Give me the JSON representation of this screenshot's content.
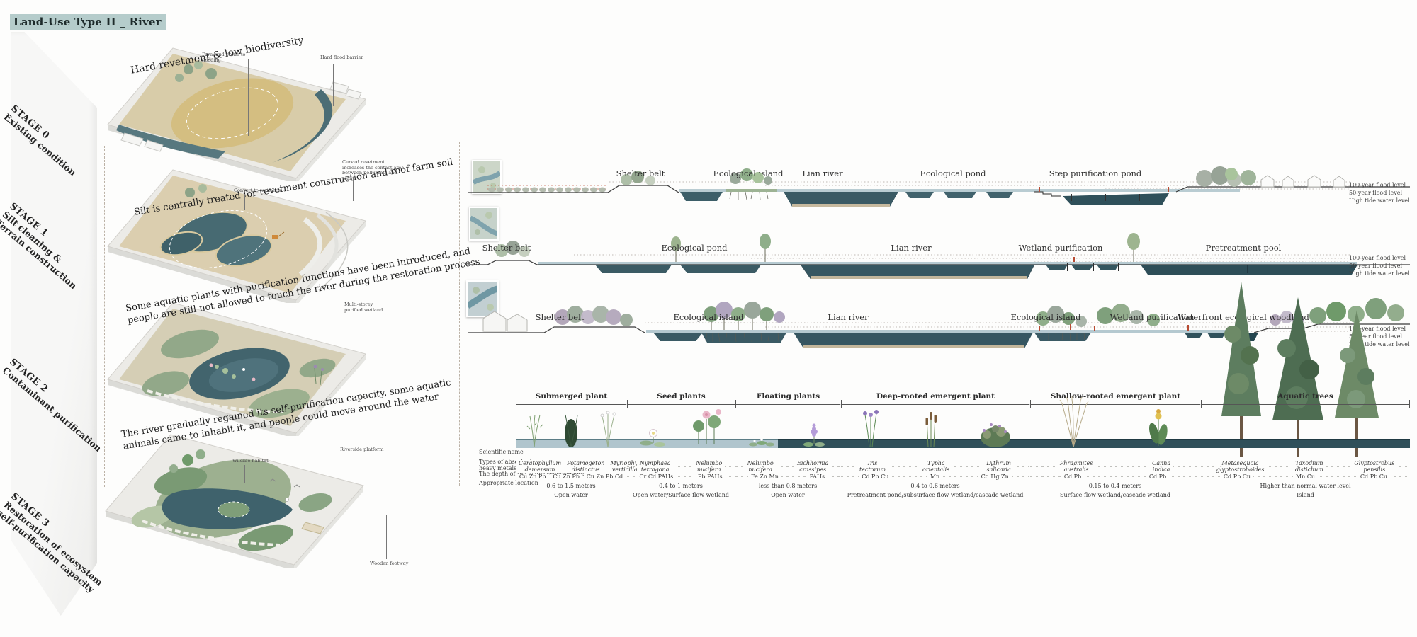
{
  "title": "Land-Use Type II _ River",
  "stages": [
    {
      "id": "STAGE 0",
      "name_lines": [
        "Existing condition",
        ""
      ],
      "caption_lines": [
        "Hard revetment & low biodiversity",
        ""
      ],
      "callouts": [
        "Farmland prone to flooding",
        "Hard flood barrier"
      ]
    },
    {
      "id": "STAGE 1",
      "name_lines": [
        "Silt cleaning &",
        "Terrain construction"
      ],
      "caption_lines": [
        "Silt is centrally treated for revetment construction and roof farm soil",
        ""
      ],
      "callouts": [
        "Convert to wetlands",
        "Curved revetment increases the contact area between pollutants and plants"
      ]
    },
    {
      "id": "STAGE 2",
      "name_lines": [
        "Contaminant purification",
        ""
      ],
      "caption_lines": [
        "Some aquatic plants with purification functions have been introduced, and",
        "people are still not allowed to touch the river during the restoration process"
      ],
      "callouts": [
        "Multi-storey purified wetland"
      ]
    },
    {
      "id": "STAGE 3",
      "name_lines": [
        "Restoration of ecosystem",
        "self-purification capacity"
      ],
      "caption_lines": [
        "The river gradually regained its self-purification capacity, some aquatic",
        "animals came to inhabit it, and people could move around the water"
      ],
      "callouts": [
        "Wildlife habitat",
        "Riverside platform",
        "Wooden footway"
      ]
    }
  ],
  "flood_levels": [
    "100-year flood level",
    "50-year flood level",
    "High tide water level"
  ],
  "sections": [
    {
      "labels": [
        "Shelter belt",
        "Ecological island",
        "Lian river",
        "Ecological pond",
        "Step purification pond"
      ]
    },
    {
      "labels": [
        "Shelter belt",
        "Ecological pond",
        "Lian river",
        "Wetland purification",
        "Pretreatment pool"
      ]
    },
    {
      "labels": [
        "Shelter belt",
        "Ecological island",
        "Lian river",
        "Ecological island",
        "Wetland purification",
        "Waterfront ecological woodland"
      ]
    }
  ],
  "plant_table": {
    "row_labels": [
      "Scientific name",
      "Types of absorbed",
      "heavy metals",
      "The depth of the water requirements",
      "Appropriate location"
    ],
    "categories": [
      {
        "label": "Submerged plant",
        "depth": "0.6 to 1.5 meters",
        "location": "Open water",
        "species": [
          {
            "genus": "Ceratophyllum",
            "epithet": "demersum",
            "metals": "Cu  Zn  Pb",
            "glyph": "tuft-light"
          },
          {
            "genus": "Potamogeton",
            "epithet": "distinctus",
            "metals": "Cu  Zn  Pb",
            "glyph": "tuft-dark"
          },
          {
            "genus": "Myriophyllum",
            "epithet": "verticillatum",
            "metals": "Cu  Zn  Pb  Cd",
            "glyph": "tuft-pale"
          }
        ]
      },
      {
        "label": "Seed plants",
        "depth": "0.4 to 1 meters",
        "location": "Open water/Surface flow wetland",
        "species": [
          {
            "genus": "Nymphaea",
            "epithet": "tetragona",
            "metals": "Cr  Cd  PAHs",
            "glyph": "waterlily"
          },
          {
            "genus": "Nelumbo",
            "epithet": "nucifera",
            "metals": "Pb  PAHs",
            "glyph": "lotus"
          }
        ]
      },
      {
        "label": "Floating plants",
        "depth": "less than 0.8 meters",
        "location": "Open water",
        "species": [
          {
            "genus": "Nelumbo",
            "epithet": "nucifera",
            "metals": "Fe  Zn  Mn",
            "glyph": "floating-leaves"
          },
          {
            "genus": "Eichhornia",
            "epithet": "crassipes",
            "metals": "PAHs",
            "glyph": "hyacinth"
          }
        ]
      },
      {
        "label": "Deep-rooted emergent plant",
        "depth": "0.4 to 0.6 meters",
        "location": "Pretreatment pond/subsurface flow wetland/cascade wetland",
        "species": [
          {
            "genus": "Iris",
            "epithet": "tectorum",
            "metals": "Cd  Pb  Cu",
            "glyph": "iris"
          },
          {
            "genus": "Typha",
            "epithet": "orientalis",
            "metals": "Mn",
            "glyph": "cattail"
          },
          {
            "genus": "Lythrum",
            "epithet": "salicaria",
            "metals": "Cd  Hg  Zn",
            "glyph": "bush"
          }
        ]
      },
      {
        "label": "Shallow-rooted emergent plant",
        "depth": "0.15 to 0.4 meters",
        "location": "Surface flow wetland/cascade wetland",
        "species": [
          {
            "genus": "Phragmites",
            "epithet": "australis",
            "metals": "Cd  Pb",
            "glyph": "reed"
          },
          {
            "genus": "Canna",
            "epithet": "indica",
            "metals": "Cd  Pb",
            "glyph": "canna"
          }
        ]
      },
      {
        "label": "Aquatic trees",
        "depth": "Higher than normal water level",
        "location": "Island",
        "species": [
          {
            "genus": "Metasequoia",
            "epithet": "glyptostroboides",
            "metals": "Cd  Pb  Cu",
            "glyph": "none"
          },
          {
            "genus": "Taxodium",
            "epithet": "distichum",
            "metals": "Mn  Cu",
            "glyph": "none"
          },
          {
            "genus": "Glyptostrobus",
            "epithet": "pensilis",
            "metals": "Cd  Pb  Cu",
            "glyph": "none"
          }
        ]
      }
    ]
  }
}
